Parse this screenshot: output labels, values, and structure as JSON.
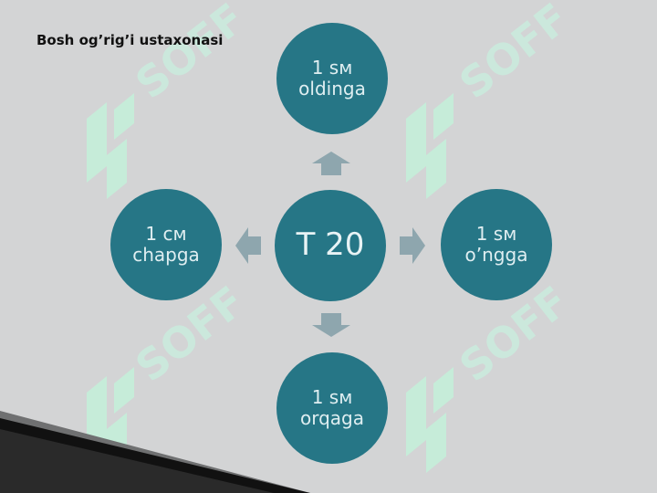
{
  "page": {
    "title": "Bosh og’rig’i ustaxonasi"
  },
  "diagram": {
    "center": {
      "label": "T 20"
    },
    "nodes": {
      "top": {
        "line1": "1 sм",
        "line2": "oldinga"
      },
      "left": {
        "line1": "1 см",
        "line2": "chapga"
      },
      "right": {
        "line1": "1 sм",
        "line2": "o’ngga"
      },
      "bottom": {
        "line1": "1 sм",
        "line2": "orqaga"
      }
    },
    "colors": {
      "circle_fill": "#267686",
      "circle_text": "#dfeef1",
      "arrow_fill": "#8ea6ae",
      "background": "#d3d4d5",
      "watermark": "#c4ebd9"
    }
  },
  "watermark": {
    "text": "SOFF"
  }
}
